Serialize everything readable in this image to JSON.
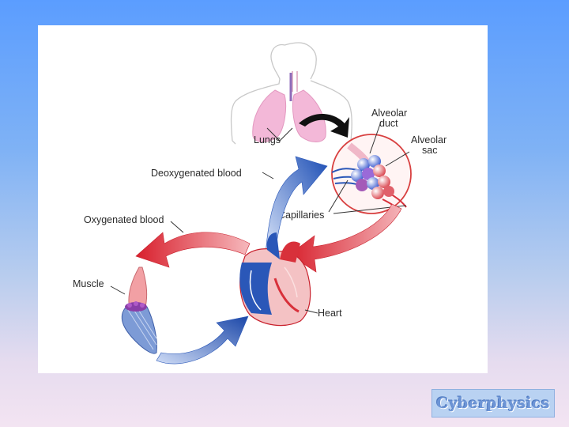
{
  "diagram": {
    "labels": {
      "lungs": "Lungs",
      "alveolar_duct_line1": "Alveolar",
      "alveolar_duct_line2": "duct",
      "alveolar_sac_line1": "Alveolar",
      "alveolar_sac_line2": "sac",
      "deoxygenated_blood": "Deoxygenated blood",
      "oxygenated_blood": "Oxygenated blood",
      "capillaries": "Capillaries",
      "muscle": "Muscle",
      "heart": "Heart"
    }
  },
  "brand": {
    "text": "Cyberphysics"
  },
  "colors": {
    "oxygenated": "#e0303a",
    "deoxygenated": "#2a57b8",
    "lung_pink": "#f3b8d8",
    "alveoli_purple": "#7a4fc8"
  }
}
